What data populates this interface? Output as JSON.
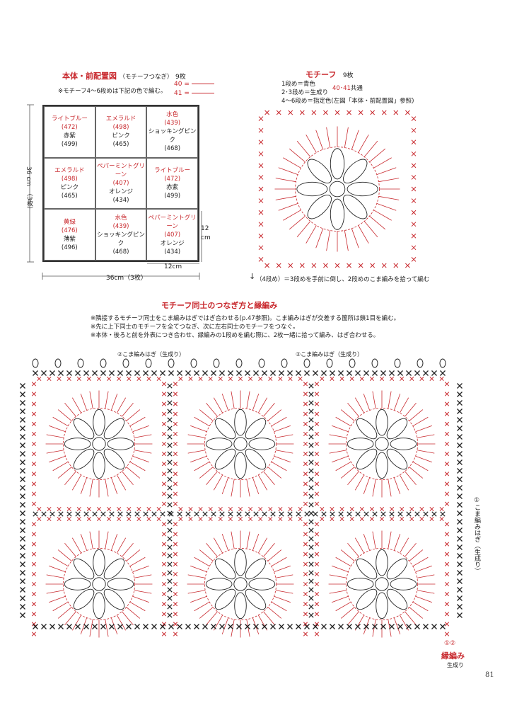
{
  "layout": {
    "title": "本体・前配置図",
    "subtitle": "（モチーフつなぎ）",
    "count": "9枚",
    "note": "※モチーフ4〜6段めは下記の色で編む。",
    "legend": [
      {
        "num": "40",
        "sep": "="
      },
      {
        "num": "41",
        "sep": "="
      }
    ],
    "cells": [
      {
        "name": "ライトブルー",
        "num": "(472)",
        "second": "赤紫",
        "second_num": "(499)"
      },
      {
        "name": "エメラルド",
        "num": "(498)",
        "second": "ピンク",
        "second_num": "(465)"
      },
      {
        "name": "水色",
        "num": "(439)",
        "second": "ショッキングピンク",
        "second_num": "(468)"
      },
      {
        "name": "エメラルド",
        "num": "(498)",
        "second": "ピンク",
        "second_num": "(465)"
      },
      {
        "name": "ペパーミントグリーン",
        "num": "(407)",
        "second": "オレンジ",
        "second_num": "(434)"
      },
      {
        "name": "ライトブルー",
        "num": "(472)",
        "second": "赤紫",
        "second_num": "(499)"
      },
      {
        "name": "黄緑",
        "num": "(476)",
        "second": "薄紫",
        "second_num": "(496)"
      },
      {
        "name": "水色",
        "num": "(439)",
        "second": "ショッキングピンク",
        "second_num": "(468)"
      },
      {
        "name": "ペパーミントグリーン",
        "num": "(407)",
        "second": "オレンジ",
        "second_num": "(434)"
      }
    ],
    "height_label": "36 cm",
    "height_sub": "（3枚）",
    "width_label": "36cm（3枚）",
    "motif_w": "12cm",
    "motif_h_num": "12",
    "motif_h_unit": "cm"
  },
  "motif": {
    "title": "モチーフ",
    "count": "9枚",
    "line1": "1段め＝青色",
    "line2": "2･3段め＝生成り",
    "common": "40･41共通",
    "common_label": "40･41",
    "common_suffix": "共通",
    "line3": "4〜6段め＝指定色(左図「本体・前配置図」参照)",
    "note4": "（4段め）＝3段めを手前に倒し、2段めのこま編みを拾って編む"
  },
  "joining": {
    "title": "モチーフ同士のつなぎ方と縁編み",
    "notes": [
      "※隣接するモチーフ同士をこま編みはぎではぎ合わせる(p.47参照)。こま編みはぎが交差する箇所は鎖1目を編む。",
      "※先に上下同士のモチーフを全てつなぎ、次に左右同士のモチーフをつなぐ。",
      "※本体・後ろと前を外表につき合わせ、縁編みの1段めを編む際に、2枚一緒に拾って編み、はぎ合わせる。"
    ],
    "callout_top_left": "②こま編みはぎ（生成り）",
    "callout_top_right": "②こま編みはぎ（生成り）",
    "callout_right": "①こま編みはぎ（生成り）",
    "edge_label": "縁編み",
    "edge_color": "生成り",
    "edge_num": "①②"
  },
  "page_number": "81",
  "colors": {
    "accent": "#c8282d",
    "line": "#222222"
  }
}
